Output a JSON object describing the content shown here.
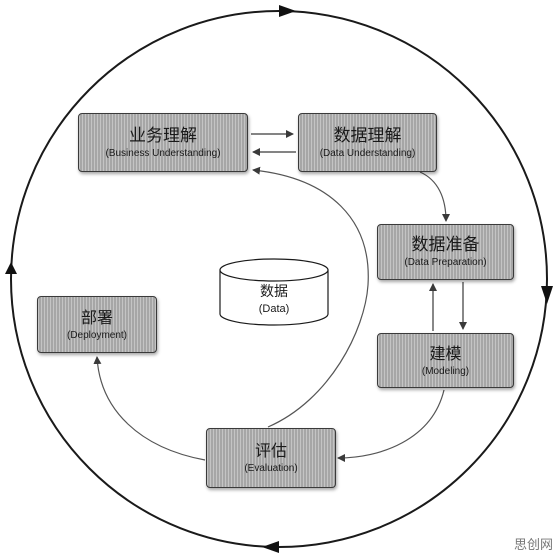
{
  "phases": {
    "business_understanding": {
      "zh": "业务理解",
      "en": "(Business Understanding)"
    },
    "data_understanding": {
      "zh": "数据理解",
      "en": "(Data Understanding)"
    },
    "data_preparation": {
      "zh": "数据准备",
      "en": "(Data Preparation)"
    },
    "modeling": {
      "zh": "建模",
      "en": "(Modeling)"
    },
    "evaluation": {
      "zh": "评估",
      "en": "(Evaluation)"
    },
    "deployment": {
      "zh": "部署",
      "en": "(Deployment)"
    }
  },
  "data_store": {
    "zh": "数据",
    "en": "(Data)"
  },
  "watermark": "思创网",
  "colors": {
    "box_fill": "#b9b9b9",
    "line": "#1a1a1a",
    "arrow": "#555555"
  }
}
